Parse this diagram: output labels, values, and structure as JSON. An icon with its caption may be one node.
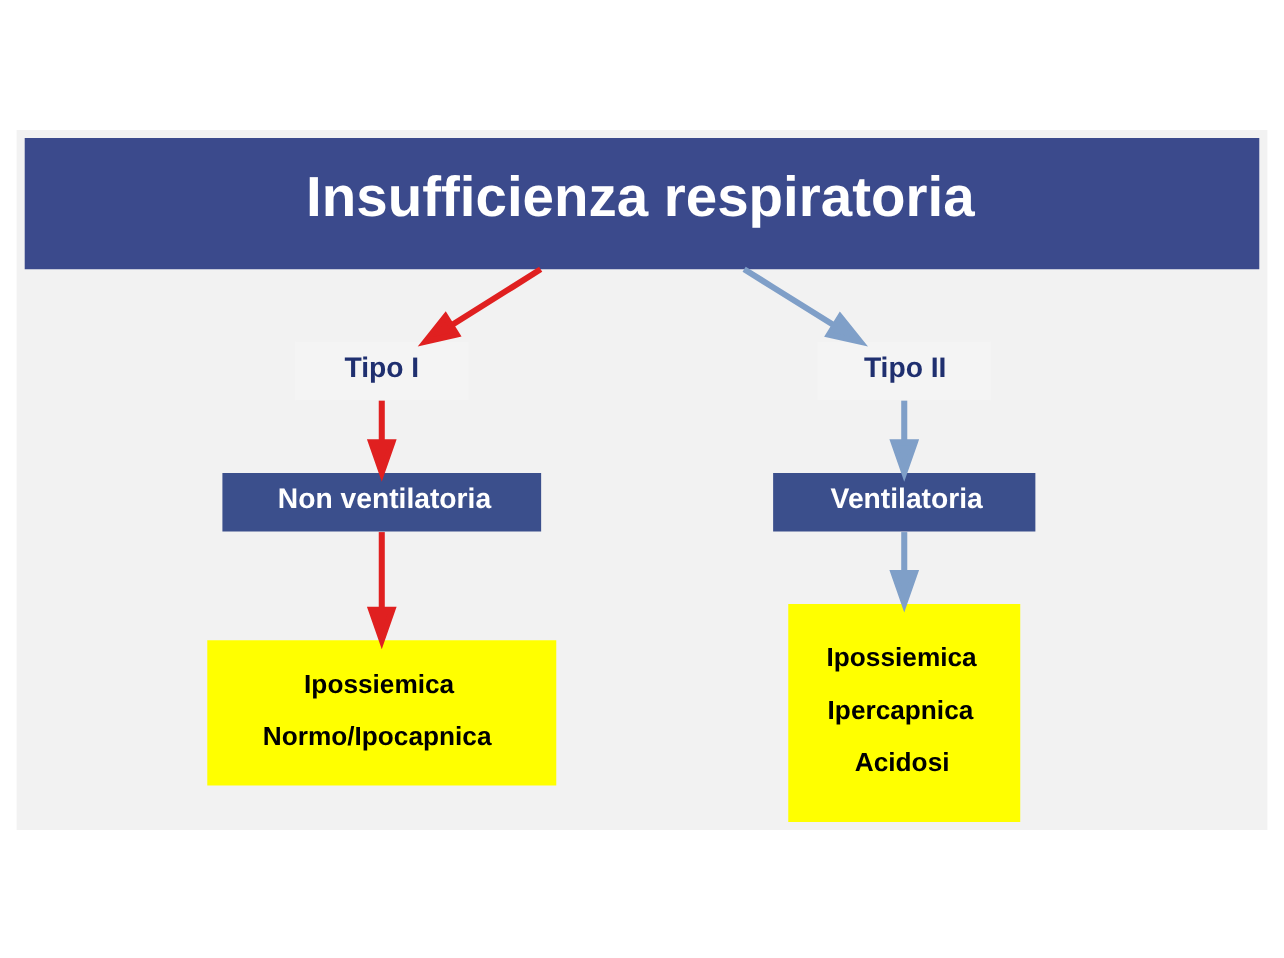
{
  "diagram": {
    "nodes": [
      {
        "text": [
          "Insufficienza respiratoria"
        ]
      },
      {
        "text": [
          "Tipo I"
        ]
      },
      {
        "text": [
          "Tipo II"
        ]
      },
      {
        "text": [
          "Non ventilatoria"
        ]
      },
      {
        "text": [
          "Ventilatoria"
        ]
      },
      {
        "text": [
          "Ipossiemica",
          "Normo/Ipocapnica"
        ]
      },
      {
        "text": [
          "Ipossiemica",
          "Ipercapnica",
          "Acidosi"
        ]
      }
    ],
    "edges": [
      {
        "from": 0,
        "to": 1,
        "arrow": "to",
        "color": "#e02020"
      },
      {
        "from": 0,
        "to": 2,
        "arrow": "to",
        "color": "#7f9fc8"
      },
      {
        "from": 1,
        "to": 3,
        "arrow": "to",
        "color": "#e02020"
      },
      {
        "from": 2,
        "to": 4,
        "arrow": "to",
        "color": "#7f9fc8"
      },
      {
        "from": 3,
        "to": 5,
        "arrow": "to",
        "color": "#e02020"
      },
      {
        "from": 4,
        "to": 6,
        "arrow": "to",
        "color": "#7f9fc8"
      }
    ]
  }
}
